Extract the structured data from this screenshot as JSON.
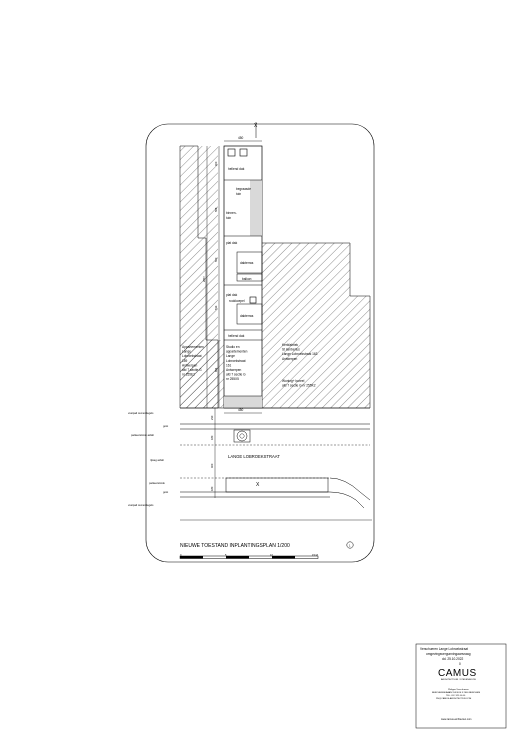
{
  "plan": {
    "north_marker": "X",
    "title": "NIEUWE TOESTAND INPLANTINGSPLAN 1/200",
    "title_marker": "1",
    "scale_ticks": [
      "0",
      "5",
      "10",
      "15 M"
    ]
  },
  "labels": {
    "hellend_dak_top": "hellend dak",
    "begraasde_tuin": [
      "begraasde",
      "tuin"
    ],
    "binnen_tuin": [
      "binnen-",
      "tuin"
    ],
    "plat_dak_1": "plat dak",
    "dakterras_1": "dakterras",
    "balkon": "balkon",
    "plat_dak_2": "plat dak",
    "rookkoepel": "rookkoepel",
    "dakterras_2": "dakterras",
    "hellend_dak_bottom": "hellend dak",
    "parcel_left": [
      "Appartementen",
      "Lange",
      "Lobroekstraat",
      "159",
      "Antwerpen",
      "",
      "afd 7 sectie G",
      "nr 255E2"
    ],
    "parcel_middle": [
      "Studio en",
      "appartementen",
      "Lange",
      "Lobroekstraat",
      "161",
      "Antwerpen",
      "",
      "afd 7 sectie G",
      "nr 255X5"
    ],
    "parcel_right_top": [
      "Kerkfabriek",
      "St lambertus",
      "Lange Lobroekstraat 163",
      "Antwerpen"
    ],
    "parcel_right_bottom": [
      "Woning+ bureel",
      "afd 7 sectie G nr 255K2"
    ],
    "street_name": "LANGE LOBROEKSTRAAT",
    "street_marker": "X"
  },
  "dimensions": {
    "width_top": "450",
    "width_bottom": "450",
    "d1": "400",
    "d2": "568",
    "d3": "500",
    "d4": "533",
    "d5": "864",
    "d_total": "2807",
    "d_sidewalk": "230",
    "d_parking": "180",
    "d_road": "400",
    "d_parking_2": "180"
  },
  "street_rows": {
    "voetpad_top": "voetpad cementtegels",
    "goot_top": "goot",
    "parkeerstrook_asfalt": "parkeerstrook asfalt",
    "rijweg_asfalt": "rijweg asfalt",
    "parkeerstrook": "parkeerstrook",
    "goot_bottom": "goot",
    "voetpad_bottom": "voetpad cementtegels"
  },
  "title_block": {
    "line1": "Verschueren Lange Lobroekstraat",
    "line2": "omgevingsvergunningaanvraag",
    "line3": "dd. 25.10.2022",
    "line4": "0",
    "brand": "CAMUS",
    "brand_sub": "ARCHITECTUUR / STEDENBOUW",
    "addr1": "Philippe Verschueren",
    "addr2": "BERCHEMSEBAAN 155 BUS 3 2600 BERCHEM",
    "addr3": "TEL: 03 / 321 00 00",
    "addr4": "PH@CAMUS-ARCHITECTEN.COM",
    "website": "www.camus-architecten.com"
  }
}
